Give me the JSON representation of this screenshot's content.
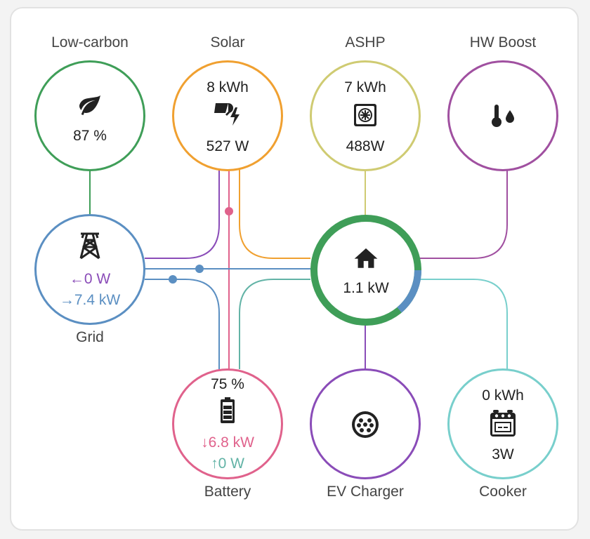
{
  "colors": {
    "low_carbon": "#3f9e58",
    "solar": "#f0a030",
    "ashp": "#cfcb72",
    "hw_boost": "#a050a0",
    "grid": "#5b8fc2",
    "battery": "#e0628c",
    "ev": "#8a4cb8",
    "cooker": "#78cfcc",
    "home": "#3f9e58",
    "battery_charge_flow": "#62b3a6",
    "grid_import": "#5b8fc2",
    "grid_export": "#8a4cb8"
  },
  "nodes": {
    "low_carbon": {
      "label": "Low-carbon",
      "icon": "leaf-icon",
      "value": "87 %"
    },
    "solar": {
      "label": "Solar",
      "icon": "solar-power-icon",
      "energy": "8 kWh",
      "power": "527 W"
    },
    "ashp": {
      "label": "ASHP",
      "icon": "heat-pump-icon",
      "energy": "7 kWh",
      "power": "488W"
    },
    "hw_boost": {
      "label": "HW Boost",
      "icon": "water-thermometer-icon"
    },
    "grid": {
      "label": "Grid",
      "icon": "transmission-tower-icon",
      "export": "0 W",
      "import": "7.4 kW"
    },
    "home": {
      "icon": "home-icon",
      "power": "1.1 kW"
    },
    "battery": {
      "label": "Battery",
      "icon": "battery-icon",
      "soc": "75 %",
      "discharge": "6.8 kW",
      "charge": "0 W"
    },
    "ev": {
      "label": "EV Charger",
      "icon": "ev-plug-icon"
    },
    "cooker": {
      "label": "Cooker",
      "icon": "stove-icon",
      "energy": "0 kWh",
      "power": "3W"
    }
  }
}
